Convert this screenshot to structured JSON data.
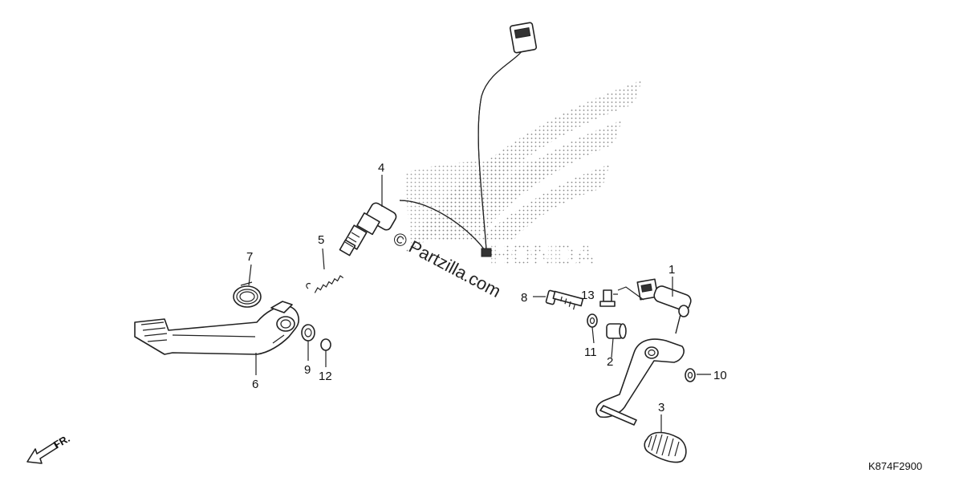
{
  "diagram": {
    "callouts": [
      {
        "id": "c1",
        "label": "1"
      },
      {
        "id": "c2",
        "label": "2"
      },
      {
        "id": "c3",
        "label": "3"
      },
      {
        "id": "c4",
        "label": "4"
      },
      {
        "id": "c5",
        "label": "5"
      },
      {
        "id": "c6",
        "label": "6"
      },
      {
        "id": "c7",
        "label": "7"
      },
      {
        "id": "c8",
        "label": "8"
      },
      {
        "id": "c9",
        "label": "9"
      },
      {
        "id": "c10",
        "label": "10"
      },
      {
        "id": "c11",
        "label": "11"
      },
      {
        "id": "c12",
        "label": "12"
      },
      {
        "id": "c13",
        "label": "13"
      }
    ],
    "watermark": "© Partzilla.com",
    "watermark_logo": "HONDA",
    "direction_label": "FR.",
    "reference_code": "K874F2900",
    "colors": {
      "line": "#222222",
      "background": "#ffffff",
      "logo_dots": "#888888"
    }
  }
}
